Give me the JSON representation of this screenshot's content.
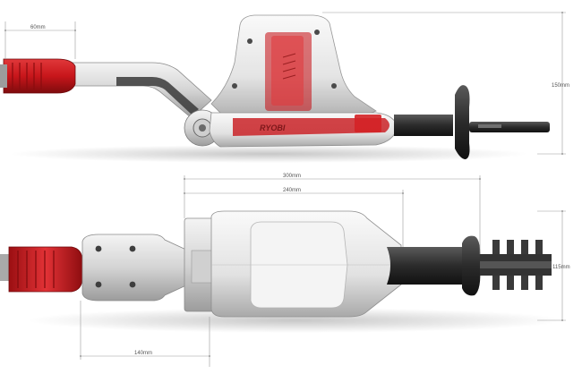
{
  "illustration": {
    "subject": "hedge-trimmer-drawing",
    "brand_mark": "RYOBI",
    "colors": {
      "accent_red": "#c8161b",
      "dark_red": "#7e0b0d",
      "body_light": "#e9e9e9",
      "body_mid": "#bdbdbd",
      "metal": "#b8b8b8",
      "black": "#2b2b2b",
      "dimension_line": "#9a9a9a"
    }
  },
  "dimensions": {
    "grip_width": "60mm",
    "height": "150mm",
    "body_length": "300mm",
    "inner_length": "240mm",
    "width": "115mm",
    "handle_offset": "140mm"
  }
}
